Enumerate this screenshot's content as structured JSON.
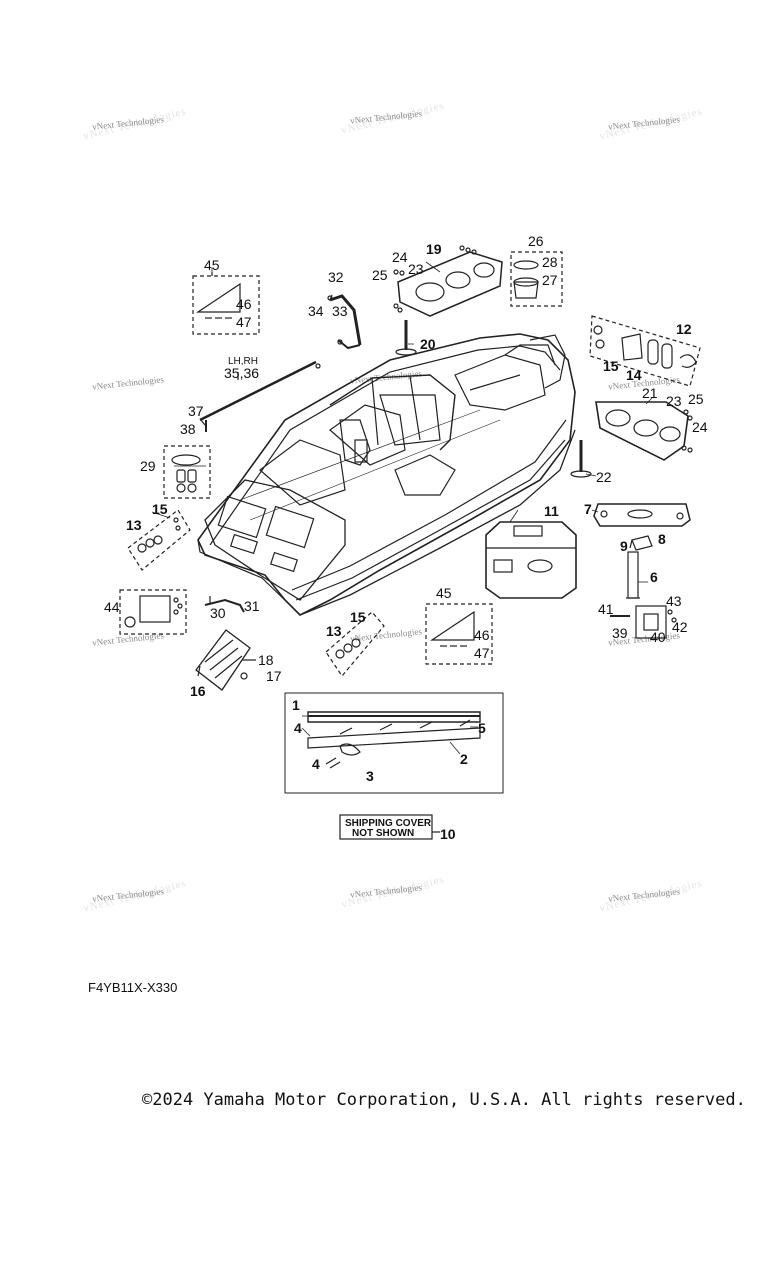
{
  "watermark": "vNext Technologies",
  "diagram_code": "F4YB11X-X330",
  "copyright": "©2024 Yamaha Motor Corporation, U.S.A. All rights reserved.",
  "note": {
    "line1": "SHIPPING COVER",
    "line2": "NOT SHOWN",
    "ref": "10"
  },
  "side_label": "LH,RH",
  "callouts": {
    "c45a": "45",
    "c46a": "46",
    "c47a": "47",
    "c32": "32",
    "c33": "33",
    "c34": "34",
    "c19": "19",
    "c24a": "24",
    "c25a": "25",
    "c23a": "23",
    "c26": "26",
    "c28": "28",
    "c27": "27",
    "c20": "20",
    "c12": "12",
    "c15a": "15",
    "c14": "14",
    "c21": "21",
    "c23b": "23",
    "c25b": "25",
    "c24b": "24",
    "c3536": "35,36",
    "c37": "37",
    "c38": "38",
    "c29": "29",
    "c22": "22",
    "c15b": "15",
    "c13a": "13",
    "c11": "11",
    "c7": "7",
    "c9": "9",
    "c8": "8",
    "c6": "6",
    "c44": "44",
    "c30": "30",
    "c31": "31",
    "c45b": "45",
    "c46b": "46",
    "c47b": "47",
    "c13b": "13",
    "c15c": "15",
    "c41": "41",
    "c43": "43",
    "c39": "39",
    "c40": "40",
    "c42": "42",
    "c18": "18",
    "c17": "17",
    "c16": "16",
    "c1": "1",
    "c4a": "4",
    "c5": "5",
    "c2": "2",
    "c4b": "4",
    "c3": "3"
  }
}
